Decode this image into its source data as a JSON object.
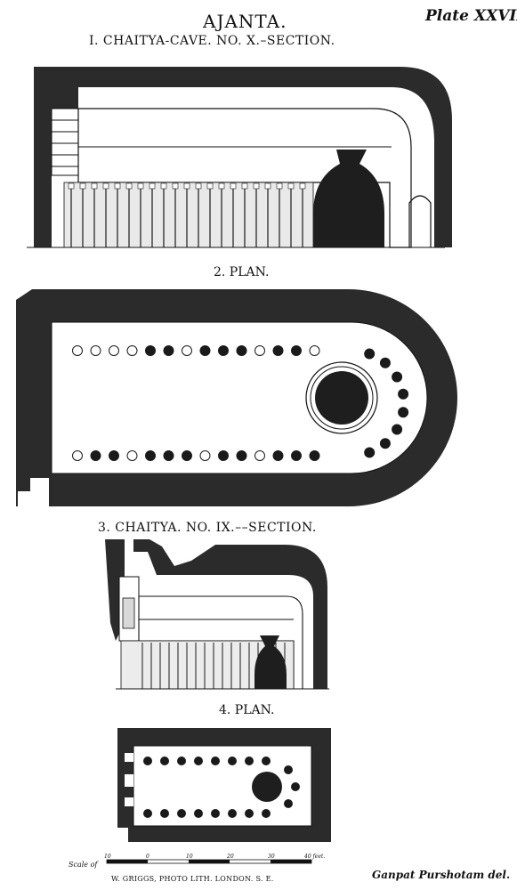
{
  "header": {
    "title": "AJANTA.",
    "plate": "Plate XXVIII."
  },
  "figures": [
    {
      "caption": "I. CHAITYA-CAVE.  NO. X.–SECTION."
    },
    {
      "caption": "2. PLAN."
    },
    {
      "caption": "3. CHAITYA.  NO. IX.––SECTION."
    },
    {
      "caption": "4. PLAN."
    }
  ],
  "scale": {
    "word": "Scale of",
    "marks": [
      "10",
      "0",
      "10",
      "20",
      "30",
      "40 feet."
    ]
  },
  "footer": {
    "printer": "W. GRIGGS, PHOTO LITH. LONDON. S. E.",
    "artist": "Ganpat Purshotam del."
  },
  "colors": {
    "ink": "#1a1a1a",
    "rock": "#2b2b2b",
    "paper": "#ffffff"
  }
}
